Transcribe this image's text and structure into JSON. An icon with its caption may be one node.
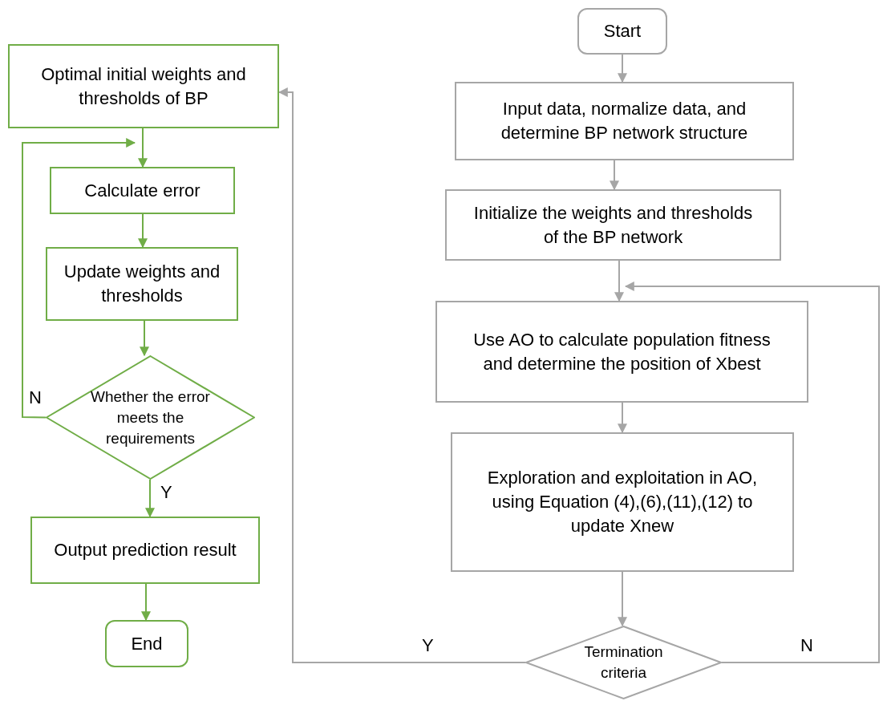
{
  "diagram": {
    "nodes": [
      {
        "text": [
          "Optimal initial weights and thresholds of BP"
        ]
      },
      {
        "text": [
          "Calculate error"
        ]
      },
      {
        "text": [
          "Update weights and thresholds"
        ]
      },
      {
        "text": [
          "Whether the error meets the requirements"
        ]
      },
      {
        "text": [
          "Output prediction result"
        ]
      },
      {
        "text": [
          "End"
        ]
      },
      {
        "text": [
          "Start"
        ]
      },
      {
        "text": [
          "Input data, normalize data, and determine BP network structure"
        ]
      },
      {
        "text": [
          "Initialize the weights and thresholds of the BP network"
        ]
      },
      {
        "text": [
          "Use AO to calculate population fitness and determine the position of Xbest"
        ]
      },
      {
        "text": [
          "Exploration and exploitation in AO, using Equation (4),(6),(11),(12) to update Xnew"
        ]
      },
      {
        "text": [
          "Termination criteria"
        ]
      }
    ],
    "edges": [
      {
        "from": 0,
        "to": 1,
        "arrow": "to",
        "color": "#70ad47"
      },
      {
        "from": 1,
        "to": 2,
        "arrow": "to",
        "color": "#70ad47"
      },
      {
        "from": 2,
        "to": 3,
        "arrow": "to",
        "color": "#70ad47"
      },
      {
        "from": 3,
        "to": 1,
        "arrow": "to",
        "label": "N",
        "color": "#70ad47"
      },
      {
        "from": 3,
        "to": 4,
        "arrow": "to",
        "label": "Y",
        "color": "#70ad47"
      },
      {
        "from": 4,
        "to": 5,
        "arrow": "to",
        "color": "#70ad47"
      },
      {
        "from": 6,
        "to": 7,
        "arrow": "to"
      },
      {
        "from": 7,
        "to": 8,
        "arrow": "to"
      },
      {
        "from": 8,
        "to": 9,
        "arrow": "to"
      },
      {
        "from": 9,
        "to": 10,
        "arrow": "to"
      },
      {
        "from": 10,
        "to": 11,
        "arrow": "to"
      },
      {
        "from": 11,
        "to": 0,
        "arrow": "to",
        "label": "Y"
      },
      {
        "from": 11,
        "to": 9,
        "arrow": "to",
        "label": "N"
      }
    ]
  }
}
